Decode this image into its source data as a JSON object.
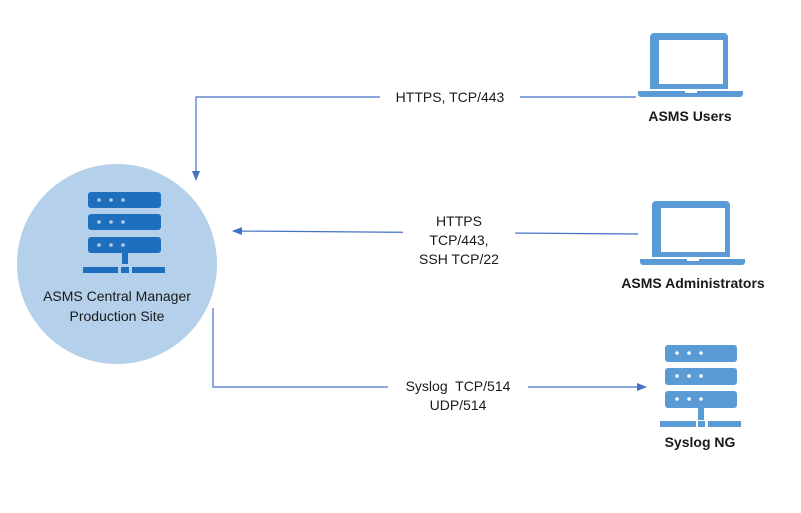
{
  "diagram": {
    "central": {
      "label_line1": "ASMS Central Manager",
      "label_line2": "Production Site",
      "icon": "server-icon"
    },
    "nodes": [
      {
        "id": "users",
        "label": "ASMS Users",
        "icon": "laptop-icon"
      },
      {
        "id": "admins",
        "label": "ASMS Administrators",
        "icon": "laptop-icon"
      },
      {
        "id": "syslog",
        "label": "Syslog NG",
        "icon": "server-icon"
      }
    ],
    "connections": [
      {
        "from": "users",
        "to": "central",
        "label_lines": [
          "HTTPS, TCP/443"
        ]
      },
      {
        "from": "admins",
        "to": "central",
        "label_lines": [
          "HTTPS",
          "TCP/443,",
          "SSH TCP/22"
        ]
      },
      {
        "from": "central",
        "to": "syslog",
        "label_lines": [
          "Syslog  TCP/514",
          "UDP/514"
        ]
      }
    ],
    "colors": {
      "circle_fill": "#b4d0ea",
      "central_icon": "#1f6fbf",
      "device_icon": "#5b9bd5",
      "line": "#4472c4"
    }
  }
}
